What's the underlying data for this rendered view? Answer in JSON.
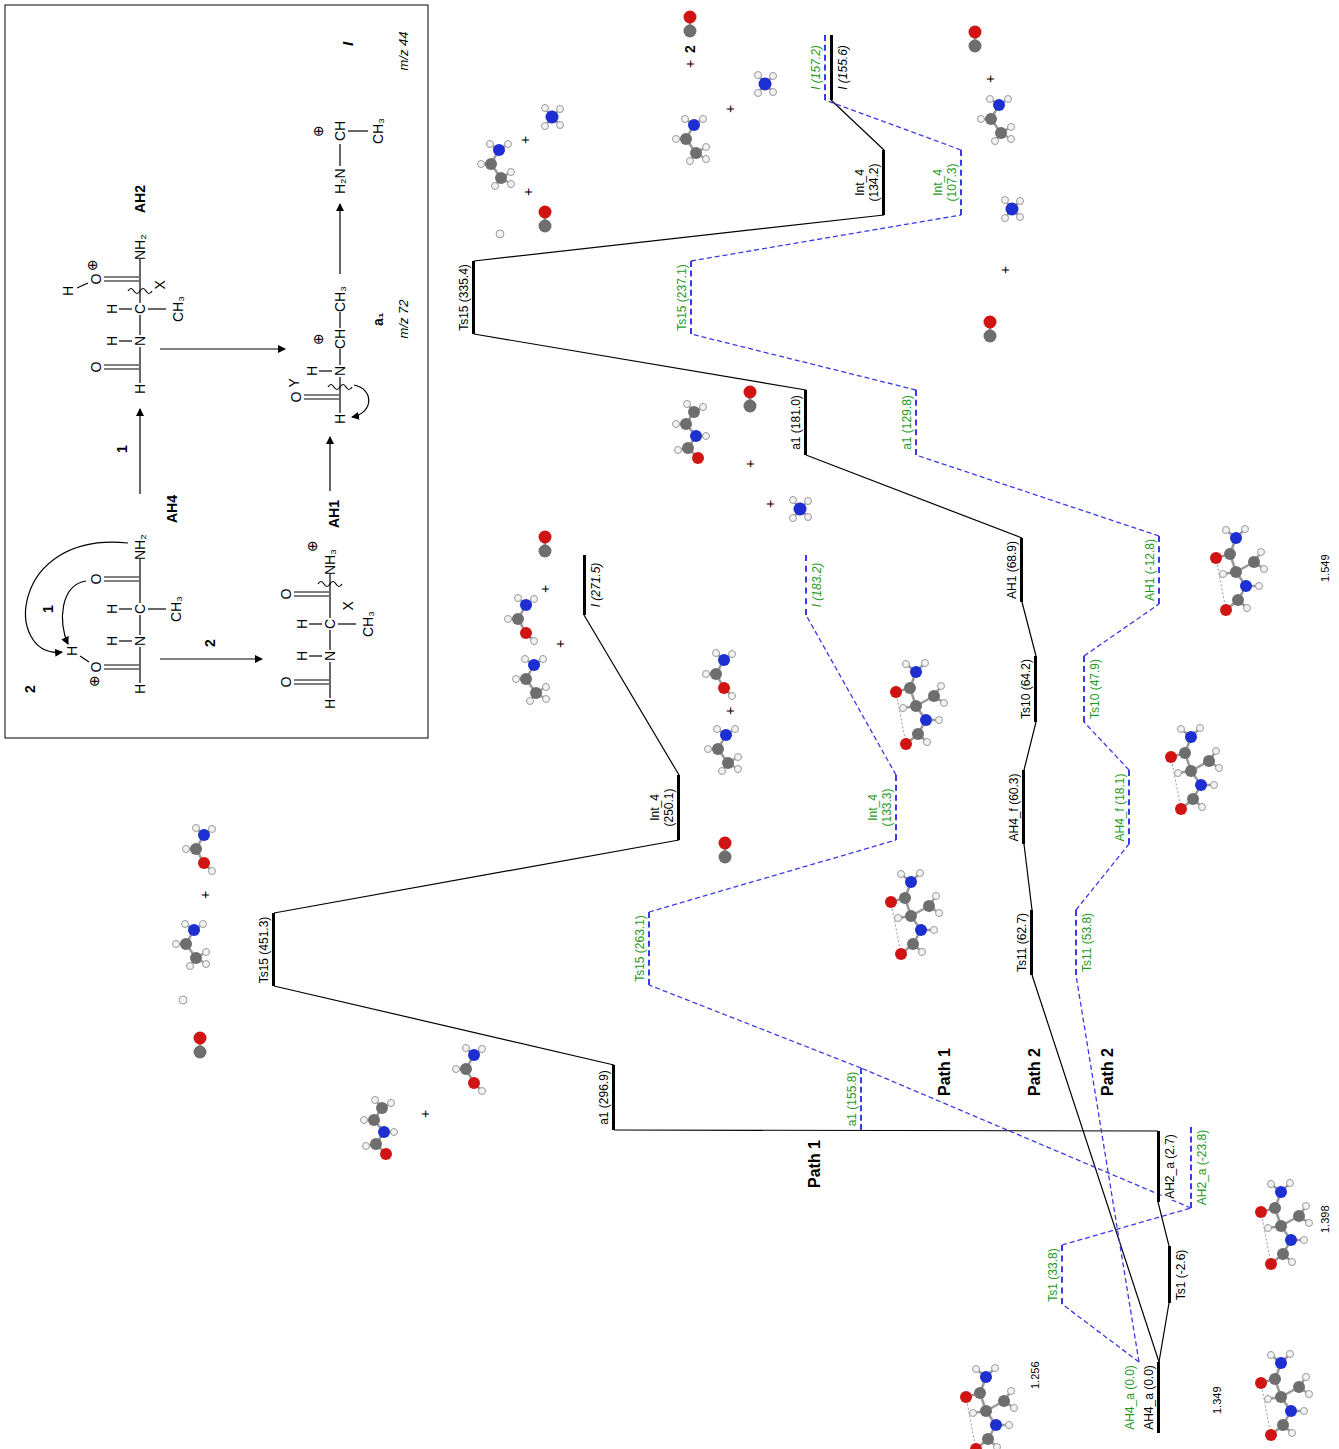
{
  "diagram": {
    "nodes": [
      {
        "text": [
          "AH4_a (0.0)"
        ]
      },
      {
        "text": [
          "Ts1 (-2.6)"
        ]
      },
      {
        "text": [
          "AH2_a (2.7)"
        ]
      },
      {
        "text": [
          "a1 (296.9)"
        ]
      },
      {
        "text": [
          "Ts15 (451.3)"
        ]
      },
      {
        "text": [
          "Int_4 (250.1)"
        ]
      },
      {
        "text": [
          "I (271.5)"
        ]
      },
      {
        "text": [
          "Ts11 (62.7)"
        ]
      },
      {
        "text": [
          "AH4_f (60.3)"
        ]
      },
      {
        "text": [
          "Ts10 (64.2)"
        ]
      },
      {
        "text": [
          "AH1 (68.9)"
        ]
      },
      {
        "text": [
          "a1 (181.0)"
        ]
      },
      {
        "text": [
          "Ts15 (335.4)"
        ]
      },
      {
        "text": [
          "Int_4 (134.2)"
        ]
      },
      {
        "text": [
          "I (155.6)"
        ]
      },
      {
        "text": [
          "AH4_a (0.0)"
        ]
      },
      {
        "text": [
          "Ts1 (33.8)"
        ]
      },
      {
        "text": [
          "AH2_a (-23.8)"
        ]
      },
      {
        "text": [
          "a1 (155.8)"
        ]
      },
      {
        "text": [
          "Ts15 (263.1)"
        ]
      },
      {
        "text": [
          "Int_4 (133.3)"
        ]
      },
      {
        "text": [
          "I (183.2)"
        ]
      },
      {
        "text": [
          "Ts11 (53.8)"
        ]
      },
      {
        "text": [
          "AH4_f (18.1)"
        ]
      },
      {
        "text": [
          "Ts10 (47.9)"
        ]
      },
      {
        "text": [
          "AH1 (-12.8)"
        ]
      },
      {
        "text": [
          "a1 (129.8)"
        ]
      },
      {
        "text": [
          "Ts15 (237.1)"
        ]
      },
      {
        "text": [
          "Int_4 (107.3)"
        ]
      },
      {
        "text": [
          "I (157.2)"
        ]
      }
    ],
    "edges": [
      {
        "from": 0,
        "to": 1,
        "arrow": "none"
      },
      {
        "from": 1,
        "to": 2,
        "arrow": "none"
      },
      {
        "from": 2,
        "to": 3,
        "arrow": "none"
      },
      {
        "from": 3,
        "to": 4,
        "arrow": "none"
      },
      {
        "from": 4,
        "to": 5,
        "arrow": "none"
      },
      {
        "from": 5,
        "to": 6,
        "arrow": "none"
      },
      {
        "from": 0,
        "to": 7,
        "arrow": "none"
      },
      {
        "from": 7,
        "to": 8,
        "arrow": "none"
      },
      {
        "from": 8,
        "to": 9,
        "arrow": "none"
      },
      {
        "from": 9,
        "to": 10,
        "arrow": "none"
      },
      {
        "from": 10,
        "to": 11,
        "arrow": "none"
      },
      {
        "from": 11,
        "to": 12,
        "arrow": "none"
      },
      {
        "from": 12,
        "to": 13,
        "arrow": "none"
      },
      {
        "from": 13,
        "to": 14,
        "arrow": "none"
      },
      {
        "from": 15,
        "to": 16,
        "arrow": "none"
      },
      {
        "from": 16,
        "to": 17,
        "arrow": "none"
      },
      {
        "from": 17,
        "to": 18,
        "arrow": "none"
      },
      {
        "from": 18,
        "to": 19,
        "arrow": "none"
      },
      {
        "from": 19,
        "to": 20,
        "arrow": "none"
      },
      {
        "from": 20,
        "to": 21,
        "arrow": "none"
      },
      {
        "from": 15,
        "to": 22,
        "arrow": "none"
      },
      {
        "from": 22,
        "to": 23,
        "arrow": "none"
      },
      {
        "from": 23,
        "to": 24,
        "arrow": "none"
      },
      {
        "from": 24,
        "to": 25,
        "arrow": "none"
      },
      {
        "from": 25,
        "to": 26,
        "arrow": "none"
      },
      {
        "from": 26,
        "to": 27,
        "arrow": "none"
      },
      {
        "from": 27,
        "to": 28,
        "arrow": "none"
      },
      {
        "from": 28,
        "to": 29,
        "arrow": "none"
      }
    ],
    "labels": [
      "2",
      "1",
      "⊕",
      "O",
      "H",
      "H",
      "H",
      "N",
      "H",
      "C",
      "CH₃",
      "O",
      "NH₂",
      "AH4",
      "1",
      "H",
      "O",
      "⊕",
      "O",
      "H",
      "H",
      "N",
      "H",
      "C",
      "X",
      "CH₃",
      "NH₂",
      "AH2",
      "2",
      "O",
      "H",
      "H",
      "N",
      "H",
      "C",
      "X",
      "CH₃",
      "O",
      "NH₃",
      "⊕",
      "AH1",
      "O",
      "Y",
      "H",
      "H",
      "N",
      "⊕",
      "CH",
      "CH₃",
      "a₁",
      "m/z 72",
      "H₂N",
      "⊕",
      "CH",
      "CH₃",
      "I",
      "m/z 44",
      "Path 1",
      "Path 1",
      "Path 2",
      "Path 2",
      "1.349",
      "1.256",
      "1.398",
      "1.549",
      "+",
      "+",
      "+",
      "+",
      "+",
      "+",
      "+",
      "+",
      "+",
      "+",
      "+",
      "2",
      "+",
      "+"
    ]
  }
}
